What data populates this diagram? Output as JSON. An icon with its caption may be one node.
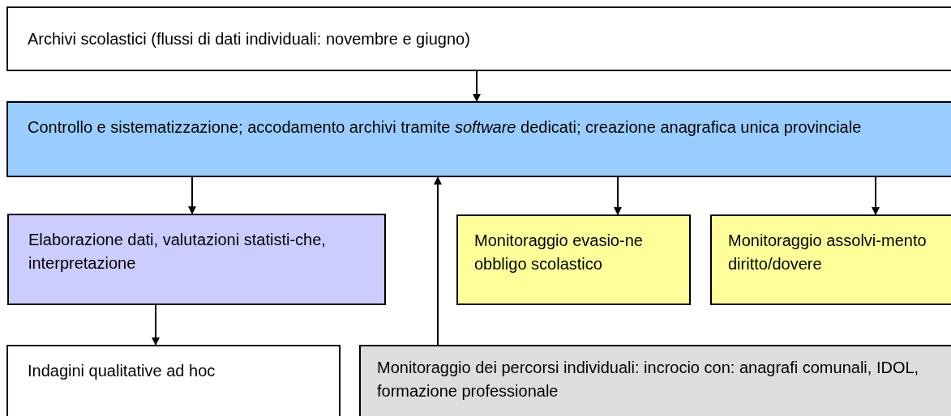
{
  "diagram": {
    "nodes": [
      {
        "text": [
          "Archivi scolastici (flussi di dati individuali: novembre e giugno)"
        ]
      },
      {
        "text": [
          "Controllo e sistematizzazione; accodamento archivi tramite *software* dedicati; creazione anagrafica unica provinciale"
        ]
      },
      {
        "text": [
          "Elaborazione dati, valutazioni statisti-che, interpretazione"
        ]
      },
      {
        "text": [
          "Monitoraggio evasio-ne obbligo scolastico"
        ]
      },
      {
        "text": [
          "Monitoraggio assolvi-mento diritto/dovere"
        ]
      },
      {
        "text": [
          "Indagini qualitative ad hoc"
        ]
      },
      {
        "text": [
          "Monitoraggio dei percorsi individuali: incrocio con: anagrafi comunali, IDOL, formazione professionale"
        ]
      }
    ],
    "edges": [
      {
        "from": 0,
        "to": 1,
        "arrow": "to"
      },
      {
        "from": 1,
        "to": 2,
        "arrow": "to"
      },
      {
        "from": 1,
        "to": 3,
        "arrow": "to"
      },
      {
        "from": 1,
        "to": 4,
        "arrow": "to"
      },
      {
        "from": 2,
        "to": 5,
        "arrow": "to"
      },
      {
        "from": 6,
        "to": 1,
        "arrow": "to"
      }
    ]
  }
}
